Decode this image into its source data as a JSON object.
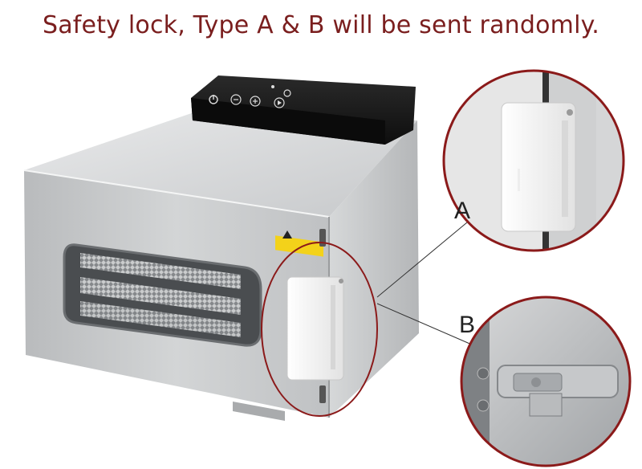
{
  "headline": "Safety lock,  Type A & B will be sent randomly.",
  "callouts": {
    "a_label": "A",
    "b_label": "B"
  },
  "colors": {
    "headline": "#7a1e1e",
    "callout_ring": "#8b1a1a",
    "steel": "#c9cbcd",
    "control_panel": "#1c1c1c",
    "lock_body": "#f2f2f2"
  },
  "icons": [
    "power-icon",
    "minus-icon",
    "plus-icon",
    "play-icon",
    "warning-icon"
  ]
}
